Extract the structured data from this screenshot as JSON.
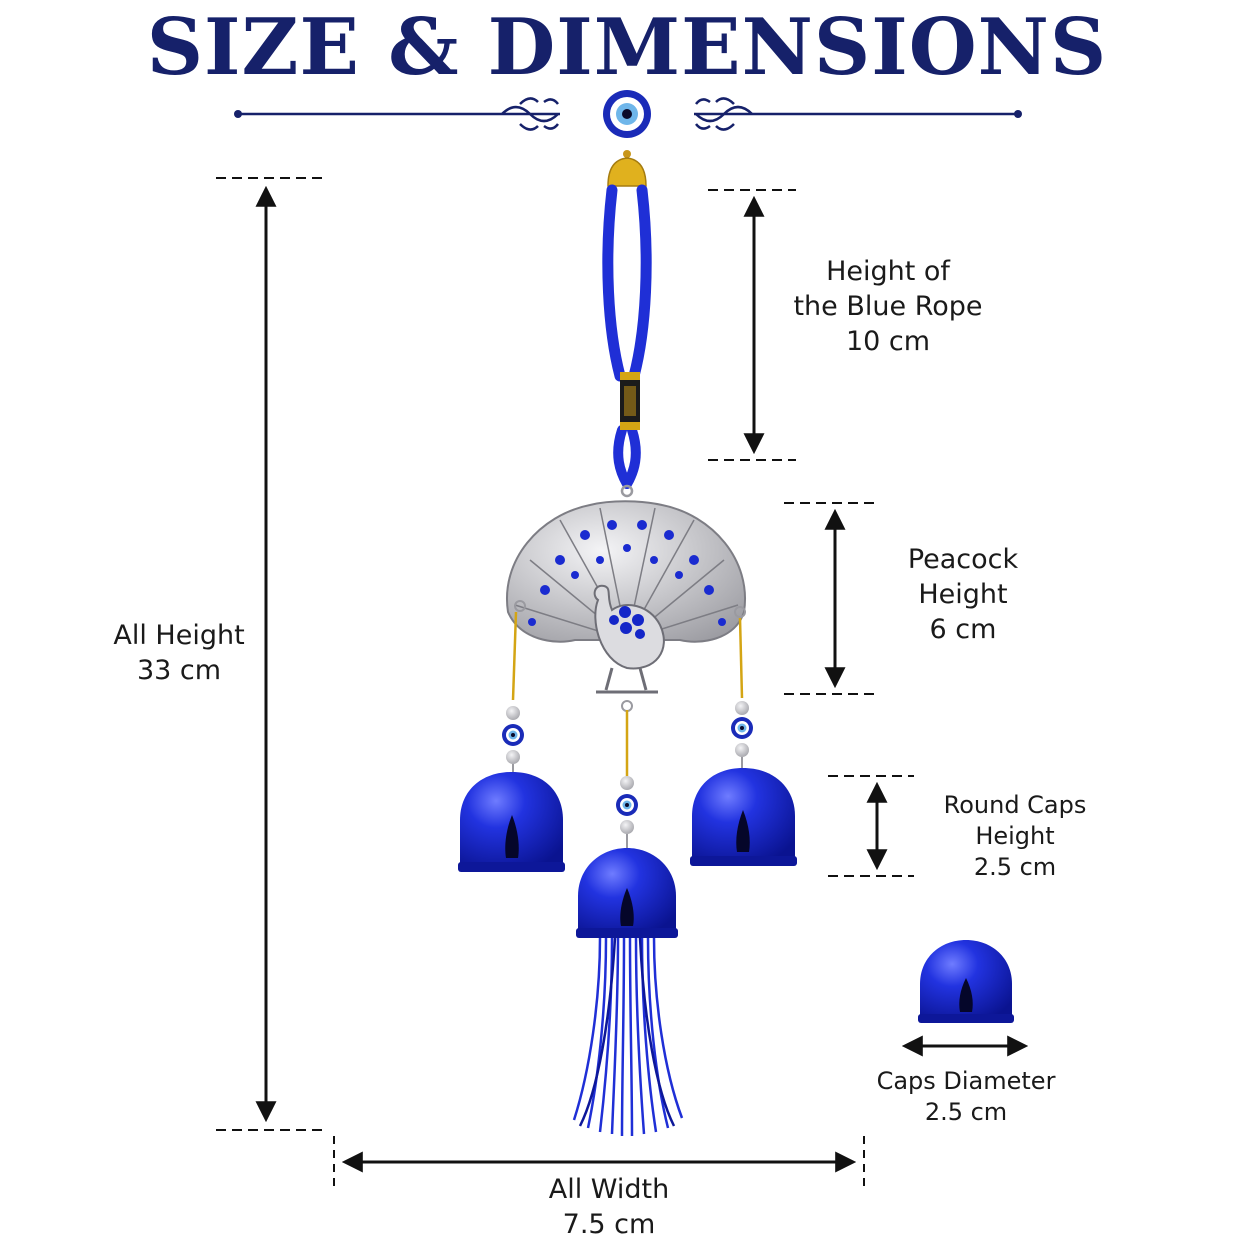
{
  "title": "SIZE & DIMENSIONS",
  "icons": {
    "header_center": "evil-eye-icon",
    "header_ornaments": "floral-flourish-icon"
  },
  "colors": {
    "title": "#16216a",
    "rope": "#1f2fd6",
    "bell": "#1426c8",
    "silver": "#c9c9cc",
    "gold": "#d4a514"
  },
  "dimensions": {
    "rope": {
      "line1": "Height of",
      "line2": "the Blue Rope",
      "value": "10 cm"
    },
    "peacock": {
      "line1": "Peacock",
      "line2": "Height",
      "value": "6 cm"
    },
    "caps_height": {
      "line1": "Round Caps",
      "line2": "Height",
      "value": "2.5 cm"
    },
    "caps_diameter": {
      "line1": "Caps Diameter",
      "value": "2.5 cm"
    },
    "all_height": {
      "line1": "All Height",
      "value": "33 cm"
    },
    "all_width": {
      "line1": "All Width",
      "value": "7.5 cm"
    }
  }
}
